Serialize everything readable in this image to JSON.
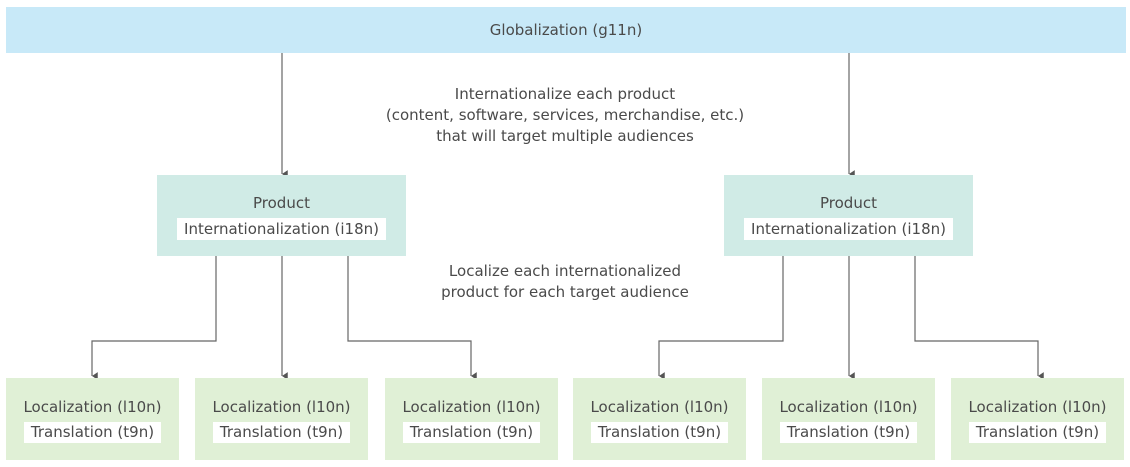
{
  "diagram": {
    "globalization": {
      "label": "Globalization (g11n)"
    },
    "internationalize_note": {
      "lines": [
        "Internationalize each product",
        "(content, software, services, merchandise, etc.)",
        "that will target multiple audiences"
      ]
    },
    "localize_note": {
      "lines": [
        "Localize each internationalized",
        "product for each target audience"
      ]
    },
    "products": [
      {
        "title": "Product",
        "label": "Internationalization (i18n)"
      },
      {
        "title": "Product",
        "label": "Internationalization (i18n)"
      }
    ],
    "localizations": [
      {
        "title": "Localization (l10n)",
        "label": "Translation (t9n)"
      },
      {
        "title": "Localization (l10n)",
        "label": "Translation (t9n)"
      },
      {
        "title": "Localization (l10n)",
        "label": "Translation (t9n)"
      },
      {
        "title": "Localization (l10n)",
        "label": "Translation (t9n)"
      },
      {
        "title": "Localization (l10n)",
        "label": "Translation (t9n)"
      },
      {
        "title": "Localization (l10n)",
        "label": "Translation (t9n)"
      }
    ],
    "colors": {
      "globalization_fill": "#c8e9f8",
      "product_fill": "#d0ebe6",
      "localization_fill": "#e0f0d6",
      "connector": "#555555",
      "text": "#4a4a4a"
    }
  }
}
